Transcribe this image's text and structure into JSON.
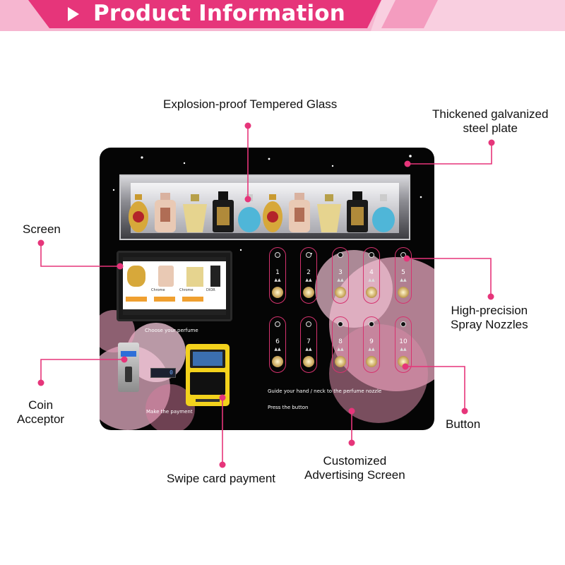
{
  "banner": {
    "title": "Product Information"
  },
  "callouts": {
    "tempered_glass": "Explosion-proof Tempered Glass",
    "steel_plate": "Thickened galvanized\nsteel plate",
    "screen": "Screen",
    "spray_nozzles": "High-precision\nSpray Nozzles",
    "coin_acceptor": "Coin\nAcceptor",
    "button": "Button",
    "swipe_card": "Swipe card payment",
    "advertising_screen": "Customized\nAdvertising Screen"
  },
  "machine": {
    "choose_text": "Choose your perfume",
    "payment_text": "Make the payment",
    "guide_text": "Guide your hand / neck to the perfume nozzle",
    "press_text": "Press the button",
    "screen_products": [
      "Chrome",
      "Chrome",
      "DIOR"
    ],
    "nozzles": [
      "1",
      "2",
      "3",
      "4",
      "5",
      "6",
      "7",
      "8",
      "9",
      "10"
    ]
  },
  "colors": {
    "accent": "#e6357a",
    "banner_light": "#f6b3cf",
    "panel": "#050505"
  }
}
